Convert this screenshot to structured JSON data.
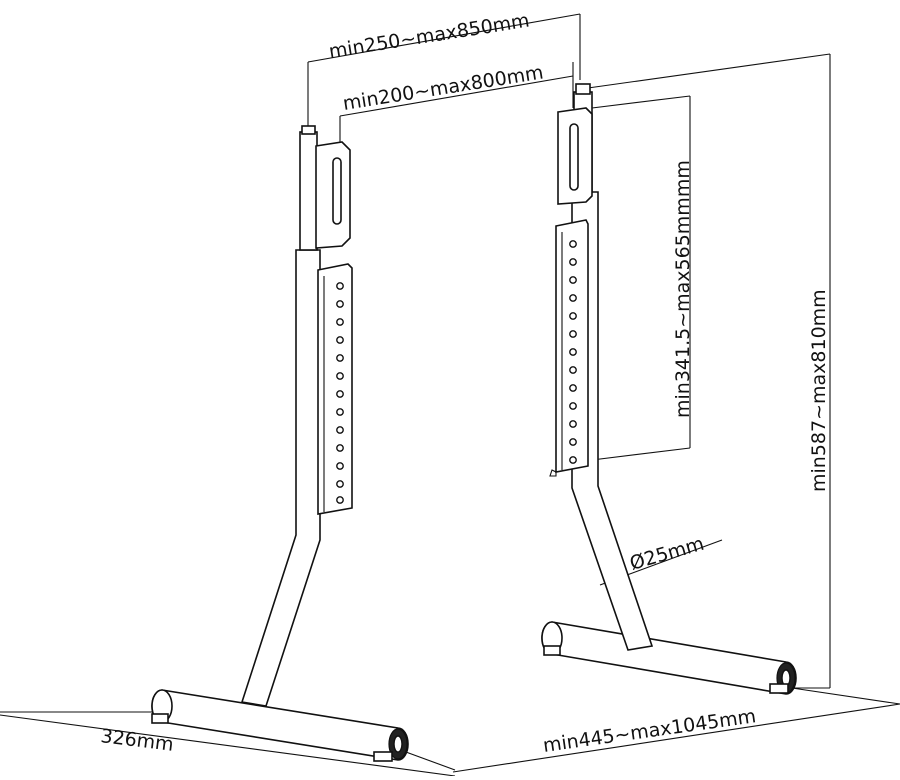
{
  "dimensions": {
    "outer_width": "min250~max850mm",
    "inner_width": "min200~max800mm",
    "bracket_height": "min341.5~max565mmmm",
    "overall_height": "min587~max810mm",
    "tube_diameter": "Ø25mm",
    "foot_depth": "326mm",
    "base_width": "min445~max1045mm"
  },
  "colors": {
    "line": "#111111",
    "background": "#ffffff"
  }
}
